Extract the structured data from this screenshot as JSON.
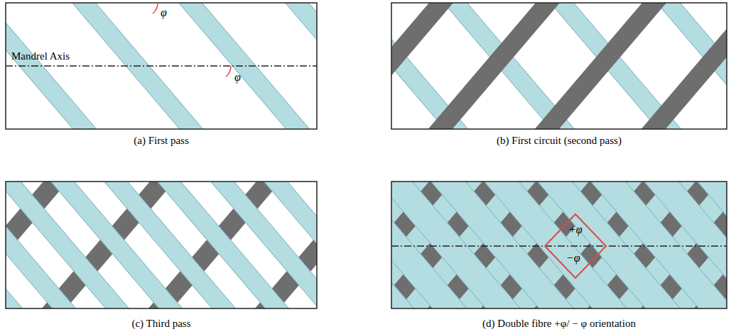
{
  "diagram": {
    "labels": [
      "φ",
      "Mandrel Axis",
      "φ",
      "(a) First pass",
      "(b) First circuit (second pass)",
      "(c) Third pass",
      "+φ",
      "−φ",
      "(d) Double fibre +φ/ − φ orientation"
    ]
  }
}
